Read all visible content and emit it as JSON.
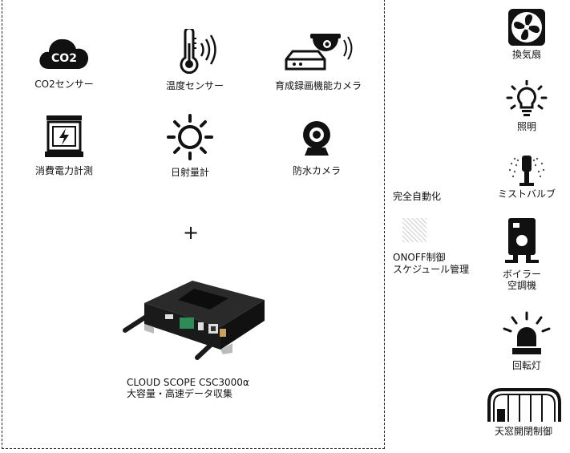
{
  "sensors": [
    {
      "label": "CO2センサー",
      "icon": "co2-cloud-icon",
      "badge": "CO2"
    },
    {
      "label": "温度センサー",
      "icon": "thermometer-icon"
    },
    {
      "label": "育成録画機能カメラ",
      "icon": "dome-camera-recorder-icon"
    },
    {
      "label": "消費電力計測",
      "icon": "power-meter-icon"
    },
    {
      "label": "日射量計",
      "icon": "sun-icon"
    },
    {
      "label": "防水カメラ",
      "icon": "webcam-icon"
    }
  ],
  "plus": "+",
  "device": {
    "name": "CLOUD SCOPE CSC3000α",
    "desc": "大容量・高速データ収集",
    "icon": "gateway-device-image"
  },
  "middle": {
    "automation": "完全自動化",
    "control_line1": "ONOFF制御",
    "control_line2": "スケジュール管理",
    "icon": "hatched-square-icon"
  },
  "outputs": [
    {
      "label": "換気扇",
      "icon": "fan-icon"
    },
    {
      "label": "照明",
      "icon": "light-bulb-icon"
    },
    {
      "label": "ミストバルブ",
      "icon": "mist-valve-icon"
    },
    {
      "label": "ボイラー",
      "label2": "空調機",
      "icon": "boiler-icon"
    },
    {
      "label": "回転灯",
      "icon": "rotating-light-icon"
    },
    {
      "label": "天窓開閉制御",
      "icon": "greenhouse-icon"
    }
  ],
  "colors": {
    "icon": "#111111",
    "border": "#222222",
    "device_body": "#1a1a1a",
    "terminal": "#2e8b57",
    "antenna_joint": "#c8a060"
  }
}
